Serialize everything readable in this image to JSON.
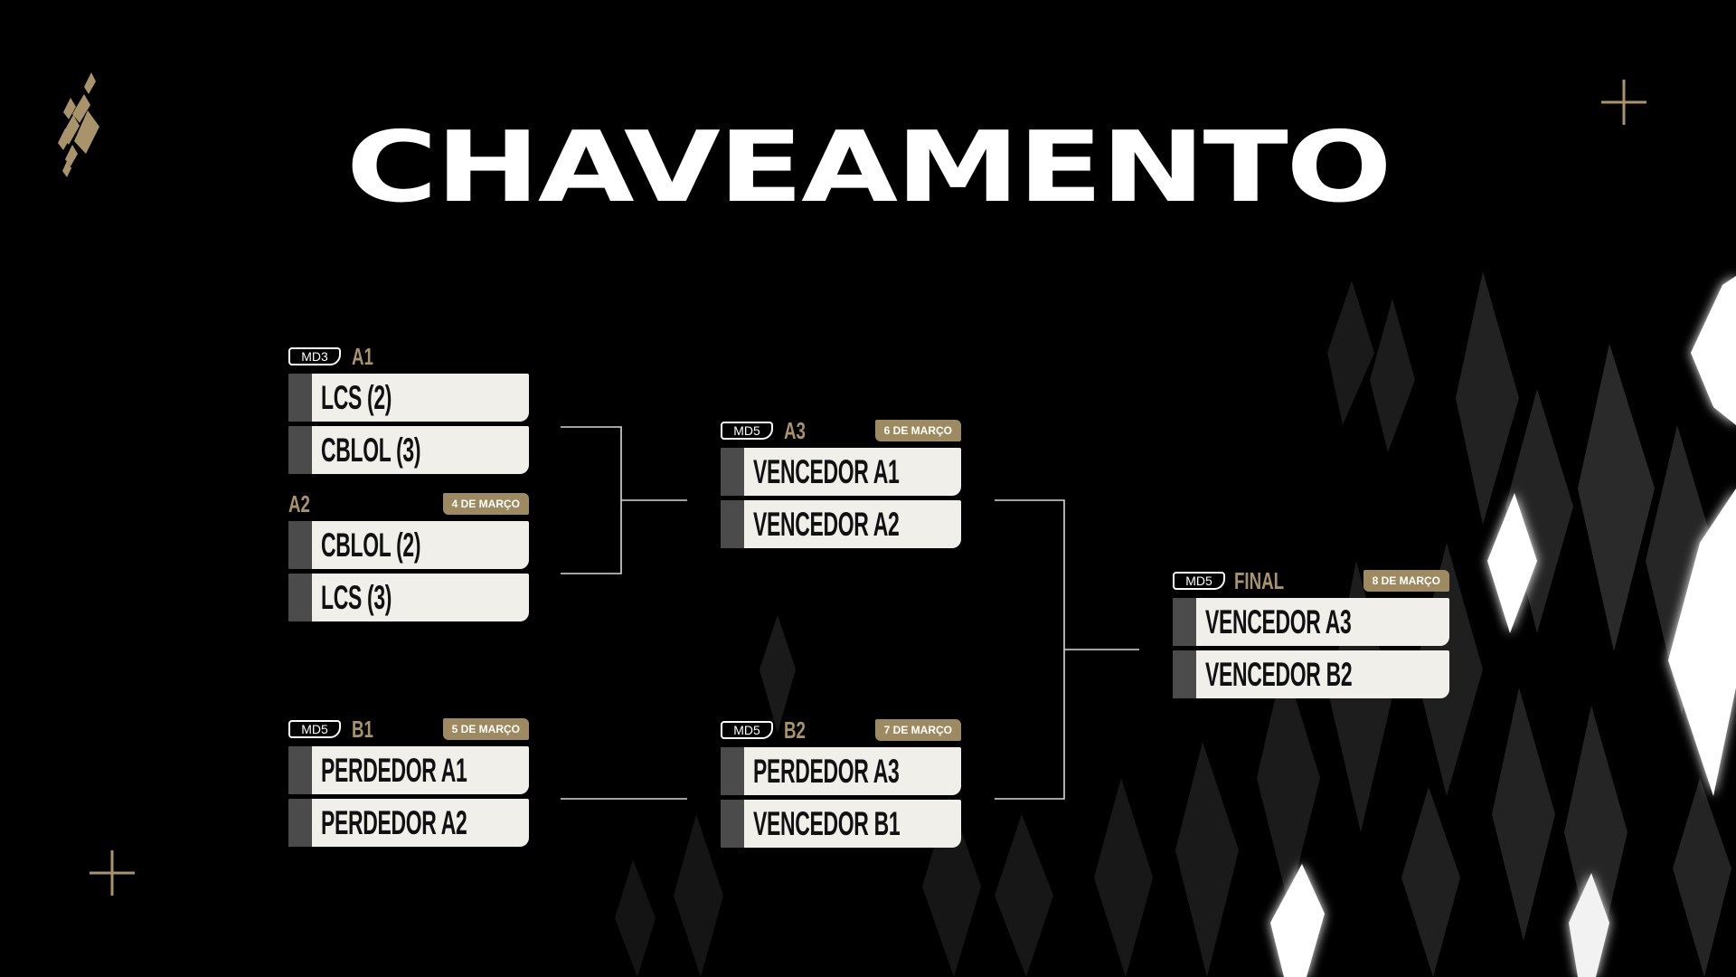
{
  "title": "CHAVEAMENTO",
  "colors": {
    "background": "#000000",
    "gold": "#a8936a",
    "date_badge": "#9e8a60",
    "team_card": "#f1efea",
    "team_accent": "#4b4b4b",
    "text_dark": "#111111",
    "text_light": "#ffffff"
  },
  "icons": [
    "brand-logo-icon",
    "plus-icon",
    "plus-icon"
  ],
  "matches": {
    "a1": {
      "format": "MD3",
      "code": "A1",
      "date": "",
      "teams": [
        "LCS (2)",
        "CBLOL (3)"
      ]
    },
    "a2": {
      "format": "",
      "code": "A2",
      "date": "4 DE MARÇO",
      "teams": [
        "CBLOL (2)",
        "LCS (3)"
      ]
    },
    "b1": {
      "format": "MD5",
      "code": "B1",
      "date": "5 DE MARÇO",
      "teams": [
        "PERDEDOR A1",
        "PERDEDOR A2"
      ]
    },
    "a3": {
      "format": "MD5",
      "code": "A3",
      "date": "6 DE MARÇO",
      "teams": [
        "VENCEDOR A1",
        "VENCEDOR A2"
      ]
    },
    "b2": {
      "format": "MD5",
      "code": "B2",
      "date": "7 DE MARÇO",
      "teams": [
        "PERDEDOR A3",
        "VENCEDOR B1"
      ]
    },
    "final": {
      "format": "MD5",
      "code": "FINAL",
      "date": "8 DE MARÇO",
      "teams": [
        "VENCEDOR A3",
        "VENCEDOR B2"
      ]
    }
  }
}
